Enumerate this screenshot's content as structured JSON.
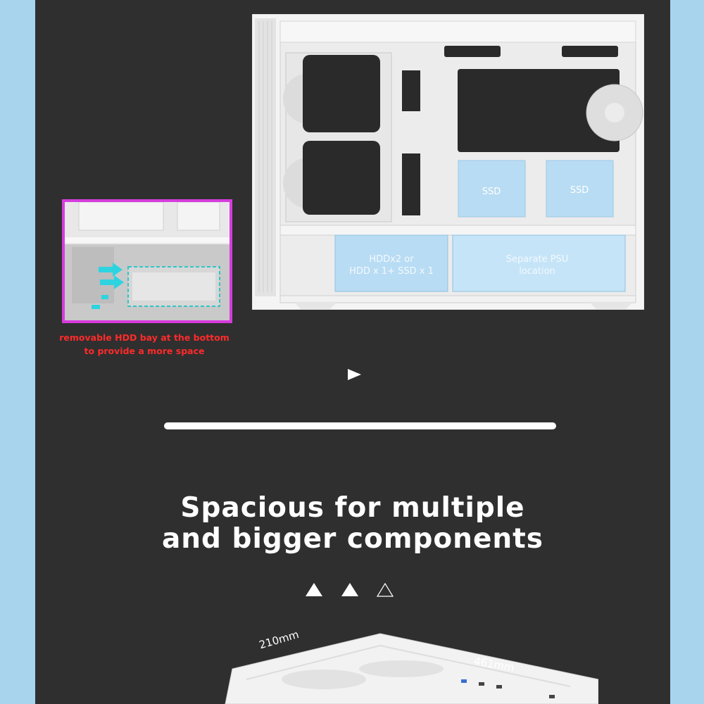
{
  "case_labels": {
    "ssd_left": "SSD",
    "ssd_right": "SSD",
    "hdd_bay_line1": "HDDx2 or",
    "hdd_bay_line2": "HDD x 1+ SSD x 1",
    "psu_line1": "Separate PSU",
    "psu_line2": "location"
  },
  "inset": {
    "caption_line1": "removable HDD bay at the bottom",
    "caption_line2": "to provide a more space",
    "border_color": "#d63cdd",
    "caption_color": "#ff2a2a"
  },
  "headline": {
    "line1": "Spacious for multiple",
    "line2": "and bigger components"
  },
  "dimensions": {
    "depth": "210mm",
    "length": "461mm"
  },
  "icons": {
    "play": "play-icon",
    "pager": [
      "triangle-filled-icon",
      "triangle-filled-icon",
      "triangle-outline-icon"
    ]
  },
  "colors": {
    "page_background": "#a9d4ee",
    "panel_background": "#2f2f2f",
    "highlight_blue": "#b8dcf3"
  }
}
